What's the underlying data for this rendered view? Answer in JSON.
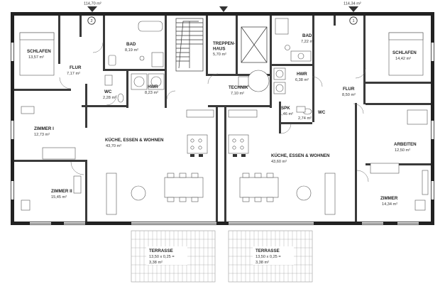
{
  "units": [
    {
      "marker": "2",
      "area": "114,70 m²"
    },
    {
      "marker": "1",
      "area": "114,34 m²"
    }
  ],
  "rooms": [
    {
      "id": "schlafen-l",
      "name": "SCHLAFEN",
      "area": "13,57 m²"
    },
    {
      "id": "flur-l",
      "name": "FLUR",
      "area": "7,17 m²"
    },
    {
      "id": "bad-l",
      "name": "BAD",
      "area": "8,19 m²"
    },
    {
      "id": "wc-l",
      "name": "WC",
      "area": "2,28 m²"
    },
    {
      "id": "hwr-l",
      "name": "HWR",
      "area": "8,23 m²"
    },
    {
      "id": "treppenhaus",
      "name": "TREPPEN-",
      "name2": "HAUS",
      "area": "5,70 m²"
    },
    {
      "id": "technik",
      "name": "TECHNIK",
      "area": "7,10 m²"
    },
    {
      "id": "bad-r",
      "name": "BAD",
      "area": "7,22 m²"
    },
    {
      "id": "hwr-r",
      "name": "HWR",
      "area": "6,38 m²"
    },
    {
      "id": "schlafen-r",
      "name": "SCHLAFEN",
      "area": "14,42 m²"
    },
    {
      "id": "flur-r",
      "name": "FLUR",
      "area": "8,50 m²"
    },
    {
      "id": "spk",
      "name": "SPK",
      "area": "1,46 m²"
    },
    {
      "id": "wc-r",
      "name": "WC",
      "area": "2,74 m²"
    },
    {
      "id": "zimmer-1",
      "name": "ZIMMER I",
      "area": "12,73 m²"
    },
    {
      "id": "kueche-l",
      "name": "KÜCHE, ESSEN & WOHNEN",
      "area": "43,70 m²"
    },
    {
      "id": "kueche-r",
      "name": "KÜCHE, ESSEN & WOHNEN",
      "area": "43,60 m²"
    },
    {
      "id": "arbeiten",
      "name": "ARBEITEN",
      "area": "12,50 m²"
    },
    {
      "id": "zimmer-2",
      "name": "ZIMMER II",
      "area": "15,45 m²"
    },
    {
      "id": "zimmer-r",
      "name": "ZIMMER",
      "area": "14,34 m²"
    }
  ],
  "terraces": [
    {
      "name": "TERRASSE",
      "formula": "13,50 x 0,25 =",
      "area": "3,38 m²"
    },
    {
      "name": "TERRASSE",
      "formula": "13,50 x 0,25 =",
      "area": "3,38 m²"
    }
  ]
}
